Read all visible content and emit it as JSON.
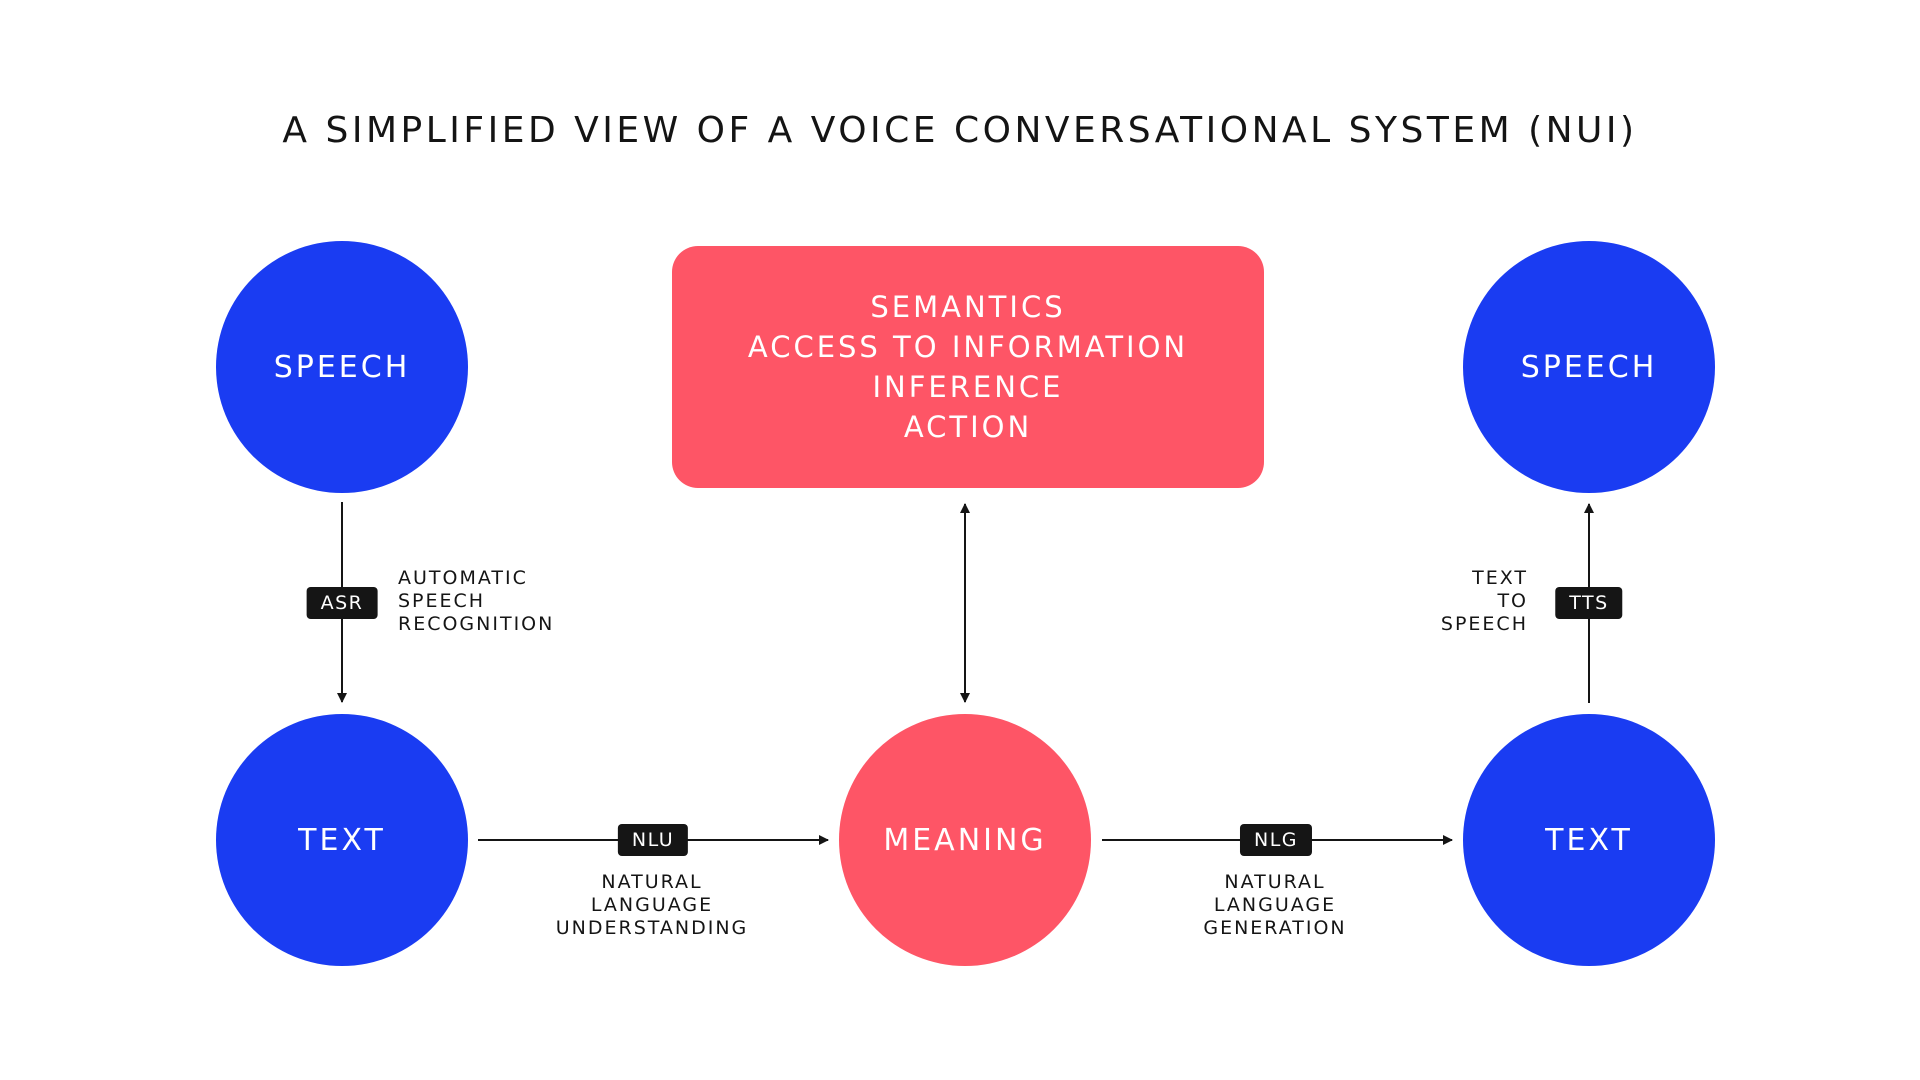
{
  "title": "A SIMPLIFIED VIEW OF A VOICE CONVERSATIONAL SYSTEM (NUI)",
  "colors": {
    "blue": "#1a3cf2",
    "red": "#fe5566",
    "badge": "#151515",
    "line": "#151515"
  },
  "nodes": {
    "speech_in": "SPEECH",
    "text_in": "TEXT",
    "meaning": "MEANING",
    "text_out": "TEXT",
    "speech_out": "SPEECH"
  },
  "semantics_box": {
    "lines": [
      "SEMANTICS",
      "ACCESS TO INFORMATION",
      "INFERENCE",
      "ACTION"
    ]
  },
  "edges": {
    "asr": {
      "badge": "ASR",
      "description": [
        "AUTOMATIC",
        "SPEECH",
        "RECOGNITION"
      ]
    },
    "nlu": {
      "badge": "NLU",
      "description": [
        "NATURAL",
        "LANGUAGE",
        "UNDERSTANDING"
      ]
    },
    "nlg": {
      "badge": "NLG",
      "description": [
        "NATURAL",
        "LANGUAGE",
        "GENERATION"
      ]
    },
    "tts": {
      "badge": "TTS",
      "description": [
        "TEXT",
        "TO",
        "SPEECH"
      ]
    }
  }
}
